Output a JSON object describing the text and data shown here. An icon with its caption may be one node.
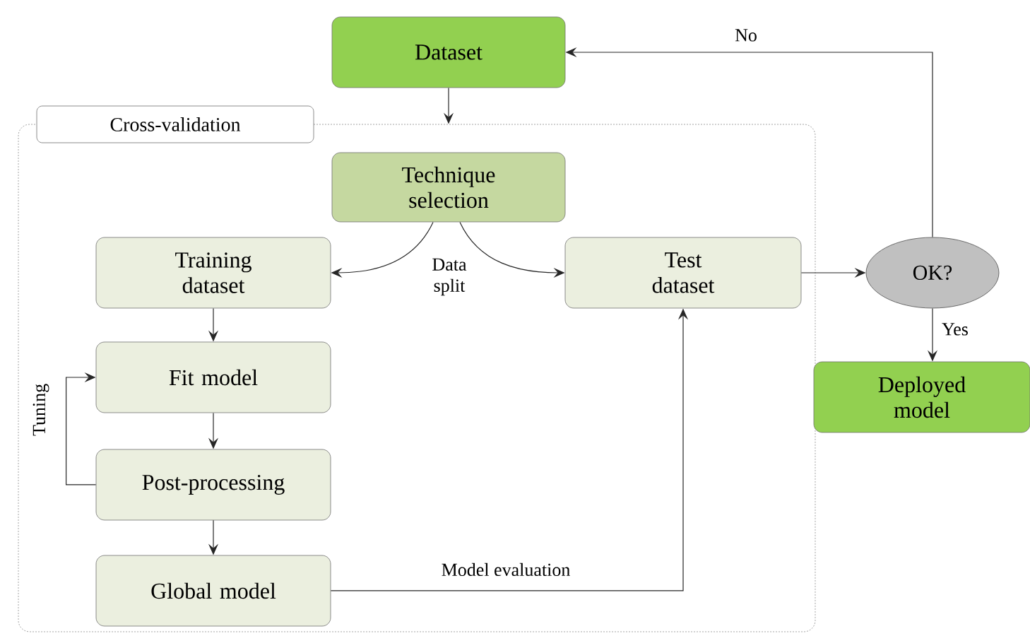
{
  "diagram": {
    "nodes": [
      {
        "text": [
          "Dataset"
        ]
      },
      {
        "text": [
          "Cross-validation"
        ]
      },
      {
        "text": [
          "Technique selection"
        ],
        "in": 1
      },
      {
        "text": [
          "Training dataset"
        ],
        "in": 1
      },
      {
        "text": [
          "Test dataset"
        ],
        "in": 1
      },
      {
        "text": [
          "Fit model"
        ],
        "in": 1
      },
      {
        "text": [
          "Post-processing"
        ],
        "in": 1
      },
      {
        "text": [
          "Global model"
        ],
        "in": 1
      },
      {
        "text": [
          "OK?"
        ]
      },
      {
        "text": [
          "Deployed model"
        ]
      }
    ],
    "edges": [
      {
        "from": 0,
        "to": 1,
        "arrow": "to"
      },
      {
        "from": 2,
        "to": 3,
        "arrow": "to"
      },
      {
        "from": 2,
        "to": 4,
        "arrow": "to"
      },
      {
        "from": 3,
        "to": 5,
        "arrow": "to"
      },
      {
        "from": 5,
        "to": 6,
        "arrow": "to"
      },
      {
        "from": 6,
        "to": 7,
        "arrow": "to"
      },
      {
        "from": 6,
        "to": 5,
        "arrow": "to",
        "label": "Tuning"
      },
      {
        "from": 7,
        "to": 4,
        "arrow": "to",
        "label": "Model evaluation"
      },
      {
        "from": 4,
        "to": 8,
        "arrow": "to"
      },
      {
        "from": 8,
        "to": 0,
        "arrow": "to",
        "label": "No"
      },
      {
        "from": 8,
        "to": 9,
        "arrow": "to",
        "label": "Yes"
      }
    ],
    "labels": [
      "Data split"
    ]
  }
}
